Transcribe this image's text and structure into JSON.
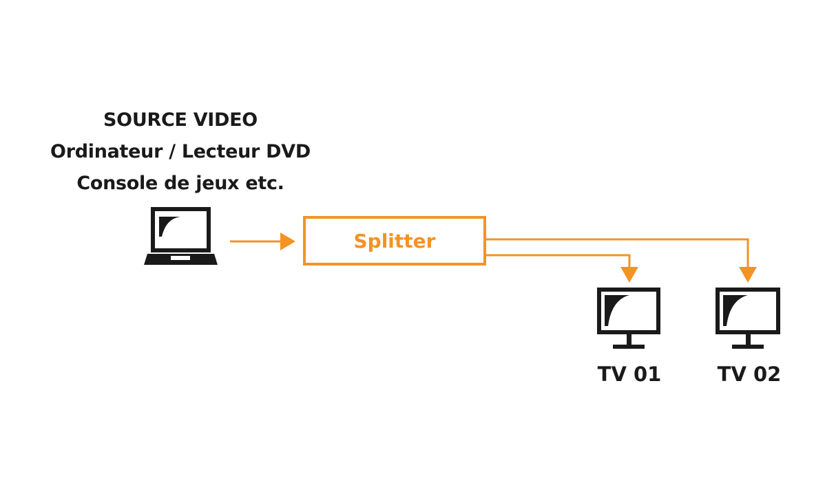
{
  "source": {
    "title": "SOURCE VIDEO",
    "line2": "Ordinateur / Lecteur DVD",
    "line3": "Console de jeux etc.",
    "icon": "laptop-icon"
  },
  "splitter": {
    "label": "Splitter"
  },
  "outputs": [
    {
      "label": "TV 01",
      "icon": "monitor-icon"
    },
    {
      "label": "TV 02",
      "icon": "monitor-icon"
    }
  ],
  "colors": {
    "accent": "#f39324",
    "ink": "#1a1a1a",
    "background": "#ffffff"
  }
}
